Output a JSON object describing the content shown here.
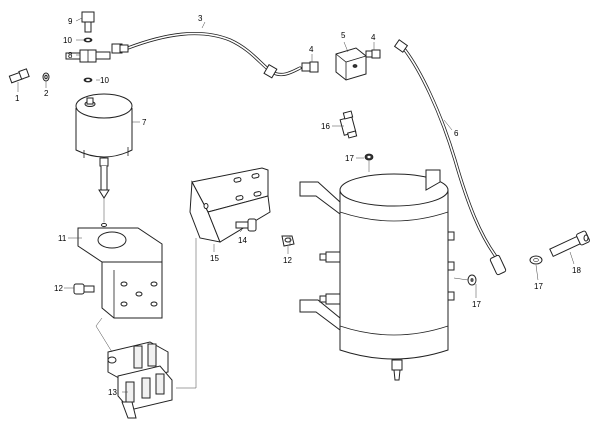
{
  "callouts": {
    "c1": "1",
    "c2": "2",
    "c3": "3",
    "c4a": "4",
    "c4b": "4",
    "c5": "5",
    "c6": "6",
    "c7": "7",
    "c8": "8",
    "c9": "9",
    "c10a": "10",
    "c10b": "10",
    "c11": "11",
    "c12a": "12",
    "c12b": "12",
    "c13": "13",
    "c14": "14",
    "c15": "15",
    "c16": "16",
    "c17a": "17",
    "c17b": "17",
    "c17c": "17",
    "c18": "18"
  }
}
